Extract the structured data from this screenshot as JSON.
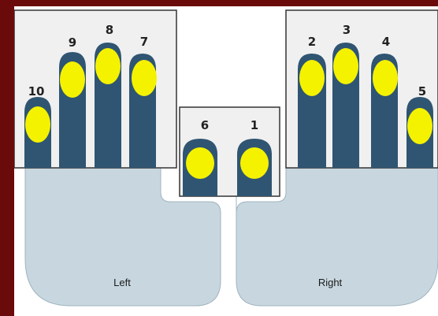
{
  "hands": {
    "left_label": "Left",
    "right_label": "Right"
  },
  "fingers": [
    {
      "id": "f10",
      "number": "10"
    },
    {
      "id": "f9",
      "number": "9"
    },
    {
      "id": "f8",
      "number": "8"
    },
    {
      "id": "f7",
      "number": "7"
    },
    {
      "id": "f6",
      "number": "6"
    },
    {
      "id": "f1",
      "number": "1"
    },
    {
      "id": "f2",
      "number": "2"
    },
    {
      "id": "f3",
      "number": "3"
    },
    {
      "id": "f4",
      "number": "4"
    },
    {
      "id": "f5",
      "number": "5"
    }
  ],
  "colors": {
    "background": "#6b0a0a",
    "palm": "#c8d7df",
    "finger": "#2f5572",
    "fingertip": "#f5f200",
    "panel_border": "#333333",
    "panel_fill": "#f0f0f0"
  }
}
